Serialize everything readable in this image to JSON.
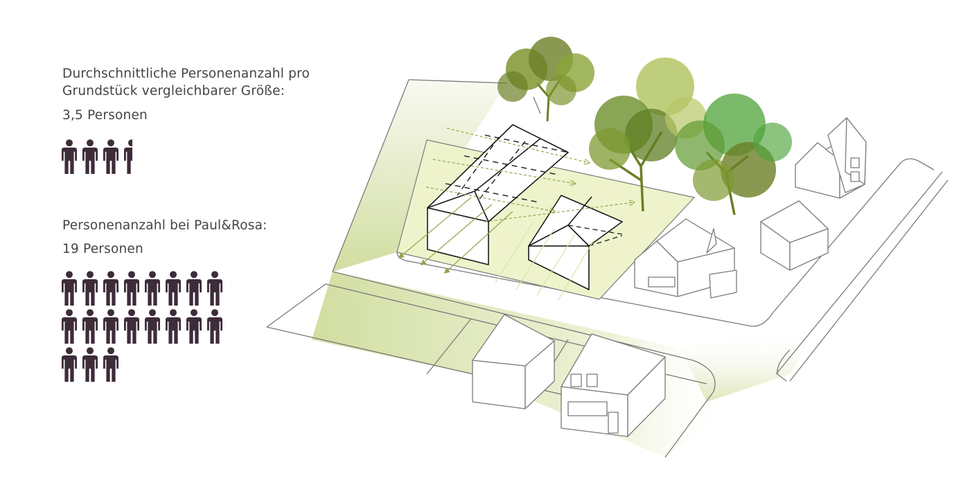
{
  "average": {
    "heading_line1": "Durchschnittliche Personenanzahl pro",
    "heading_line2": "Grundstück vergleichbarer Größe:",
    "count_label": "3,5 Personen",
    "count": 3.5
  },
  "paul_rosa": {
    "heading": "Personenanzahl bei Paul&Rosa:",
    "count_label": "19 Personen",
    "count": 19
  },
  "colors": {
    "person_icon": "#3d2c3a",
    "outline": "#7a7a7a",
    "new_building": "#1a1a1a",
    "plot_fill": "#eef3cc",
    "path_green": "#cfdc9c",
    "arrow": "#8fa64a",
    "tree_dark": "#6b7f25",
    "tree_light": "#a9bd52",
    "tree_bright": "#4fa33a"
  },
  "icons": [
    "person-icon",
    "tree-icon",
    "arrow-icon"
  ]
}
